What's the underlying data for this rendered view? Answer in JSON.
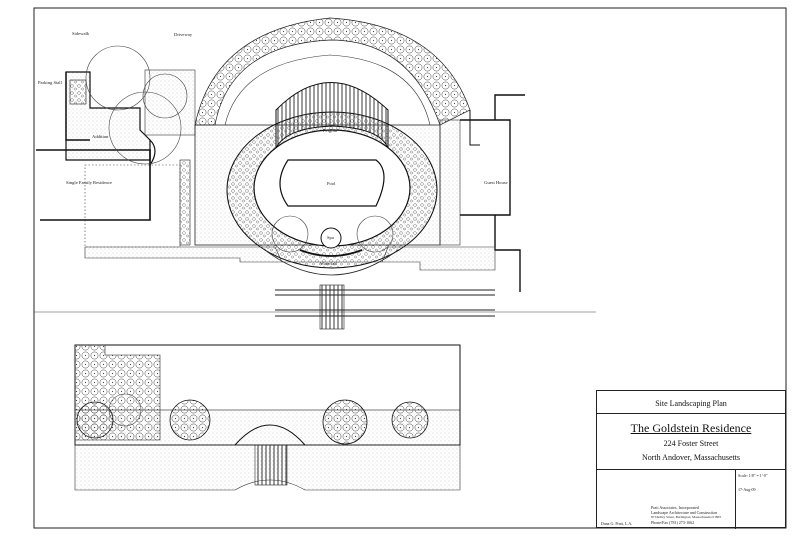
{
  "plan_labels": {
    "sidewalk": "Sidewalk",
    "driveway": "Driveway",
    "parking_stall": "Parking Stall",
    "addition": "Addition",
    "residence": "Single Family Residence",
    "guest_house": "Guest House",
    "pergola": "Pergola",
    "pool": "Pool",
    "spa": "Spa",
    "waterfall": "Waterfall"
  },
  "title_block": {
    "sheet_title": "Site Landscaping Plan",
    "project_name": "The Goldstein Residence",
    "address_line1": "224 Foster Street",
    "address_line2": "North Andover, Massachusetts",
    "scale_label": "Scale: 1/8\" = 1'-0\"",
    "date_label": "17-Aug-09",
    "firm_name": "Pratt Associates, Incorporated",
    "firm_tagline": "Landscape Architecture and Construction",
    "firm_address": "87 Dudley Street, Burlington, Massachusetts 01803",
    "firm_phone": "Phone/Fax (781) 273-1662",
    "designer": "Dana G. Pratt, L.A."
  }
}
